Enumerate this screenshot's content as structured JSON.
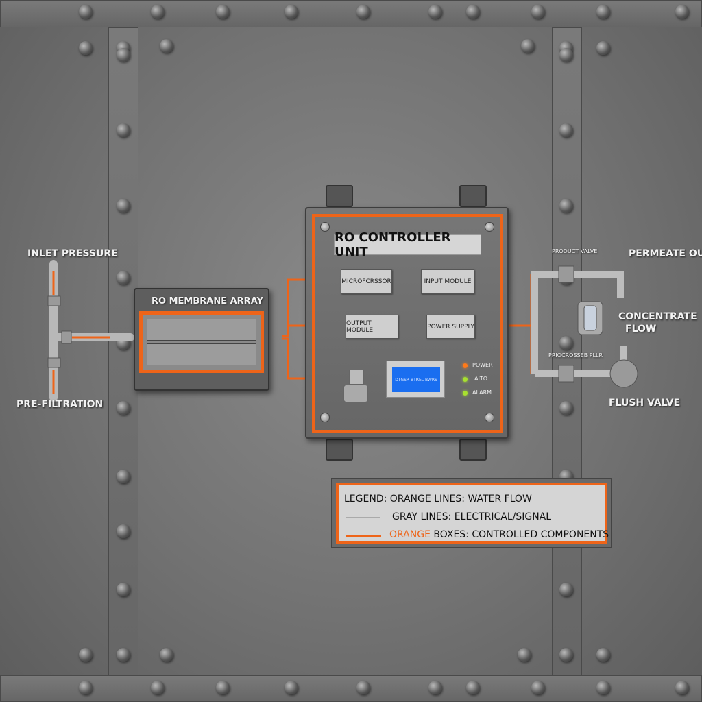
{
  "colors": {
    "accent": "#ee6419",
    "panel": "#727272",
    "screen": "#1a6ef0",
    "led_power": "#ff7a1a",
    "led_green": "#a8e030"
  },
  "labels": {
    "inlet_pressure": "INLET PRESSURE",
    "pre_filtration": "PRE-FILTRATION",
    "membrane": "RO MEMBRANE ARRAY",
    "product_valve": "PRODUCT VALVE",
    "permeate_out": "PERMEATE OUT",
    "concentrate_flow_1": "CONCENTRATE",
    "concentrate_flow_2": "FLOW",
    "pressure_label": "PRIOCROSSEB PLLR",
    "flush_valve": "FLUSH VALVE"
  },
  "controller": {
    "title": "RO CONTROLLER UNIT",
    "modules": {
      "microprocessor": "MICROFCRSSOR",
      "input": "INPUT MODULE",
      "output": "OUTPUT MODULE",
      "power": "POWER SUPPLY"
    },
    "screen_text": "DTGSR BTREL BWRS",
    "leds": [
      {
        "label": "POWER",
        "color": "#ff7a1a"
      },
      {
        "label": "AITO",
        "color": "#a8e030"
      },
      {
        "label": "ALARM",
        "color": "#a8e030"
      }
    ]
  },
  "legend": {
    "title": "LEGEND:",
    "row1": "ORANGE LINES: WATER FLOW",
    "row2": "GRAY LINES: ELECTRICAL/SIGNAL",
    "row3_accent": "ORANGE",
    "row3": "BOXES: CONTROLLED COMPONENTS"
  }
}
